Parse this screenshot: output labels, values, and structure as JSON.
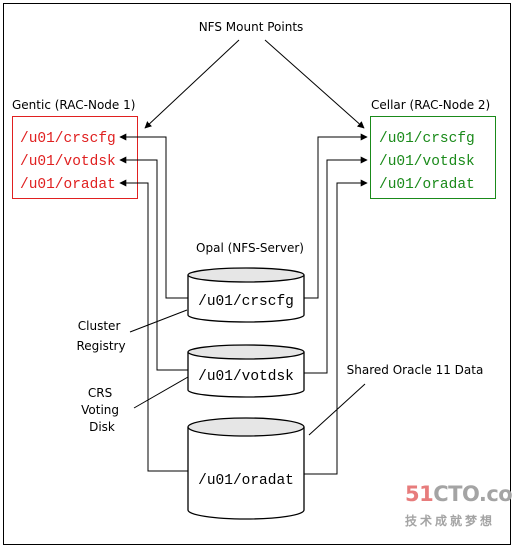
{
  "title": "NFS Mount Points",
  "colors": {
    "node1": "#e02020",
    "node2": "#1a8a1a",
    "line": "#000000",
    "cylinder_top": "#e6e6e6",
    "watermark_red": "#e77c7c",
    "watermark_gray": "#a4a4a4"
  },
  "node1": {
    "title": "Gentic (RAC-Node 1)",
    "mounts": [
      "/u01/crscfg",
      "/u01/votdsk",
      "/u01/oradat"
    ]
  },
  "node2": {
    "title": "Cellar (RAC-Node 2)",
    "mounts": [
      "/u01/crscfg",
      "/u01/votdsk",
      "/u01/oradat"
    ]
  },
  "server": {
    "title": "Opal (NFS-Server)",
    "volumes": [
      "/u01/crscfg",
      "/u01/votdsk",
      "/u01/oradat"
    ]
  },
  "annotations": {
    "cluster_registry": [
      "Cluster",
      "Registry"
    ],
    "voting_disk": [
      "CRS",
      "Voting",
      "Disk"
    ],
    "shared_data": "Shared Oracle 11 Data"
  },
  "watermark": {
    "brand_prefix": "51",
    "brand_suffix": "CTO.com",
    "tagline": "技术成就梦想"
  }
}
